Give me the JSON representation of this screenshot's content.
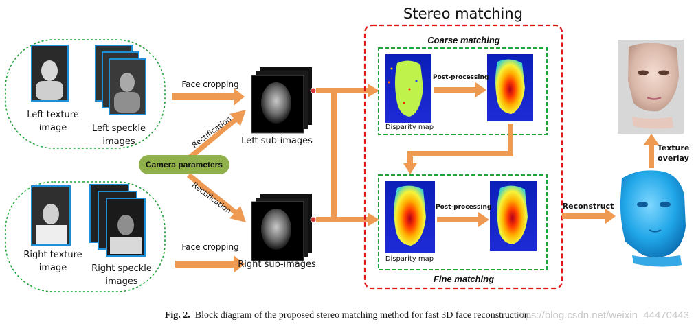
{
  "title": "Stereo matching",
  "coarse_title": "Coarse matching",
  "fine_title": "Fine matching",
  "left_texture_label": "Left texture\nimage",
  "left_speckle_label": "Left speckle\nimages",
  "right_texture_label": "Right texture\nimage",
  "right_speckle_label": "Right speckle\nimages",
  "face_cropping_top": "Face cropping",
  "face_cropping_bottom": "Face cropping",
  "rectification_top": "Rectification",
  "rectification_bottom": "Rectification",
  "camera_parameters": "Camera parameters",
  "left_sub_images": "Left sub-images",
  "right_sub_images": "Right sub-images",
  "disparity_map_top": "Disparity map",
  "disparity_map_bottom": "Disparity map",
  "post_processing_top": "Post-processing",
  "post_processing_bottom": "Post-processing",
  "reconstruct": "Reconstruct",
  "texture_overlay": "Texture\noverlay",
  "caption_prefix": "Fig. 2.",
  "caption_text": "Block diagram of the proposed stereo matching method for fast 3D face reconstruction.",
  "watermark": "https://blog.csdn.net/weixin_44470443",
  "colors": {
    "arrow": "#ee9a53",
    "red_dash": "#e01818",
    "green_dash": "#1fa53a",
    "cam_pill": "#8fb04a",
    "frame_blue": "#1e8fd6"
  }
}
